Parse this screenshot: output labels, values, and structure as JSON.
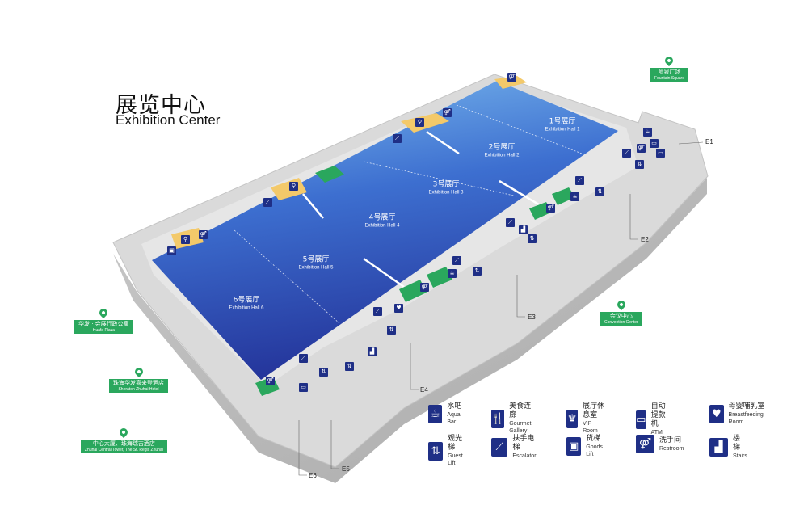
{
  "title": {
    "zh": "展览中心",
    "en": "Exhibition Center"
  },
  "halls": [
    {
      "zh": "1号展厅",
      "en": "Exhibition Hall 1"
    },
    {
      "zh": "2号展厅",
      "en": "Exhibition Hall 2"
    },
    {
      "zh": "3号展厅",
      "en": "Exhibition Hall 3"
    },
    {
      "zh": "4号展厅",
      "en": "Exhibition Hall 4"
    },
    {
      "zh": "5号展厅",
      "en": "Exhibition Hall 5"
    },
    {
      "zh": "6号展厅",
      "en": "Exhibition Hall 6"
    }
  ],
  "entrances": [
    "E1",
    "E2",
    "E3",
    "E4",
    "E5",
    "E6"
  ],
  "pois": [
    {
      "zh": "喷泉广场",
      "en": "Fountain Square"
    },
    {
      "zh": "会议中心",
      "en": "Convention Center"
    },
    {
      "zh": "华发 · 会展行政公寓",
      "en": "Huafa Plaza"
    },
    {
      "zh": "珠海华发喜来登酒店",
      "en": "Sheraton Zhuhai Hotel"
    },
    {
      "zh": "中心大厦、珠海瑞吉酒店",
      "en": "Zhuhai Central Tower, The St. Regis Zhuhai"
    }
  ],
  "legend": [
    {
      "zh": "水吧",
      "en": "Aqua Bar",
      "icon": "cup-icon",
      "glyph": "☕"
    },
    {
      "zh": "美食连廊",
      "en": "Gourmet Gallery",
      "icon": "cutlery-icon",
      "glyph": "🍴"
    },
    {
      "zh": "展厅休息室",
      "en": "VIP Room",
      "icon": "vip-room-icon",
      "glyph": "♛"
    },
    {
      "zh": "自动提款机",
      "en": "ATM",
      "icon": "atm-icon",
      "glyph": "▭"
    },
    {
      "zh": "母婴哺乳室",
      "en": "Breastfeeding Room",
      "icon": "mother-baby-icon",
      "glyph": "♥"
    },
    {
      "zh": "观光梯",
      "en": "Guest Lift",
      "icon": "guest-lift-icon",
      "glyph": "⇅"
    },
    {
      "zh": "扶手电梯",
      "en": "Escalator",
      "icon": "escalator-icon",
      "glyph": "⟋"
    },
    {
      "zh": "货梯",
      "en": "Goods Lift",
      "icon": "goods-lift-icon",
      "glyph": "▣"
    },
    {
      "zh": "洗手间",
      "en": "Restroom",
      "icon": "restroom-icon",
      "glyph": "⚤"
    },
    {
      "zh": "楼梯",
      "en": "Stairs",
      "icon": "stairs-icon",
      "glyph": "▟"
    }
  ],
  "colors": {
    "hall_top": "#79b4e8",
    "hall_bottom": "#2a3c9e",
    "platform": "#d7d7d7",
    "poi_green": "#2aa75d",
    "icon_navy": "#1f2f86",
    "gourmet_yellow": "#f3c96a"
  }
}
